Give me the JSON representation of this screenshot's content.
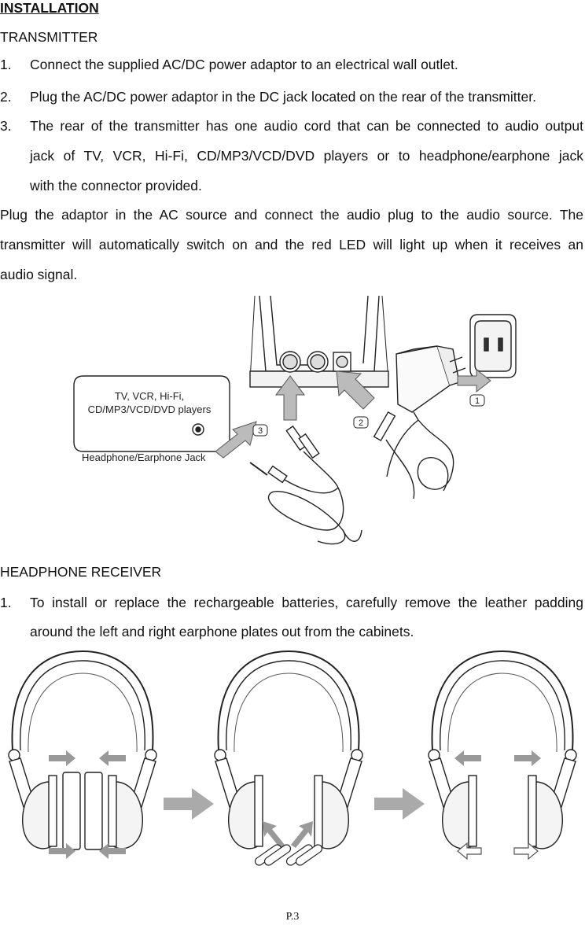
{
  "heading": "INSTALLATION",
  "transmitter": {
    "title": "TRANSMITTER",
    "steps": [
      {
        "num": "1.",
        "text": "Connect the supplied AC/DC power adaptor to an electrical wall outlet."
      },
      {
        "num": "2.",
        "text": "Plug the AC/DC power adaptor in the DC jack located on the rear of the transmitter."
      },
      {
        "num": "3.",
        "line1": "The rear of the transmitter has one audio cord that can be connected to audio output",
        "line2": "jack of TV, VCR, Hi-Fi, CD/MP3/VCD/DVD players or to headphone/earphone jack",
        "line3": "with the connector provided."
      }
    ],
    "para_line1": "Plug the adaptor in the AC source and connect the audio plug to the audio source.   The",
    "para_line2": "transmitter will automatically switch on and the red LED will light up when it receives an",
    "para_line3": "audio signal.",
    "figure": {
      "device_label_line1": "TV, VCR, Hi-Fi,",
      "device_label_line2": "CD/MP3/VCD/DVD players",
      "jack_label": "Headphone/Earphone Jack",
      "callout_1": "1",
      "callout_2": "2",
      "callout_3": "3"
    }
  },
  "receiver": {
    "title": "HEADPHONE RECEIVER",
    "steps": [
      {
        "num": "1.",
        "line1": "To install or replace the rechargeable batteries, carefully remove the leather padding",
        "line2": "around the left and right earphone plates out from the cabinets."
      }
    ]
  },
  "page_number": "P.3"
}
